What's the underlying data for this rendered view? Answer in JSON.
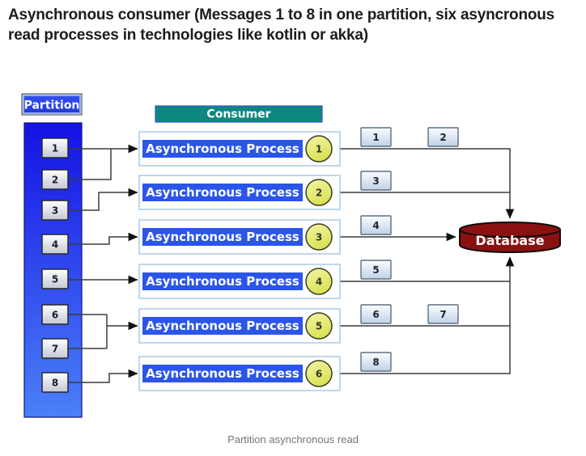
{
  "title": {
    "line1": "Asynchronous consumer (Messages 1 to 8 in one partition, six asyncronous",
    "line2": "read processes in technologies like kotlin or akka)"
  },
  "caption": "Partition asynchronous read",
  "partition": {
    "label": "Partition",
    "messages": [
      "1",
      "2",
      "3",
      "4",
      "5",
      "6",
      "7",
      "8"
    ]
  },
  "consumer": {
    "label": "Consumer",
    "process_label": "Asynchronous Process",
    "processes": [
      {
        "badge": "1",
        "input_messages": [
          "1",
          "2"
        ]
      },
      {
        "badge": "2",
        "input_messages": [
          "3"
        ]
      },
      {
        "badge": "3",
        "input_messages": [
          "4"
        ]
      },
      {
        "badge": "4",
        "input_messages": [
          "5"
        ]
      },
      {
        "badge": "5",
        "input_messages": [
          "6",
          "7"
        ]
      },
      {
        "badge": "6",
        "input_messages": [
          "8"
        ]
      }
    ]
  },
  "pipeline": {
    "tags": [
      "1",
      "2",
      "3",
      "4",
      "5",
      "6",
      "7",
      "8"
    ],
    "routing_to_database": {
      "top": [
        "1",
        "2"
      ],
      "left": [
        "3"
      ],
      "bottom": [
        "4",
        "5",
        "6"
      ]
    }
  },
  "database": {
    "label": "Database"
  },
  "colors": {
    "partition_blue_top": "#1412e4",
    "partition_blue_bottom": "#4b80f8",
    "label_blue": "#2945e8",
    "process_blue": "#2b55e8",
    "process_border_blue": "#9cc2e5",
    "consumer_teal": "#0e877e",
    "database_red": "#8b1111",
    "badge_yellow": "#e2e868",
    "tag_fill_bottom": "#bfd2e6",
    "line_dark": "#3c3c3c"
  }
}
